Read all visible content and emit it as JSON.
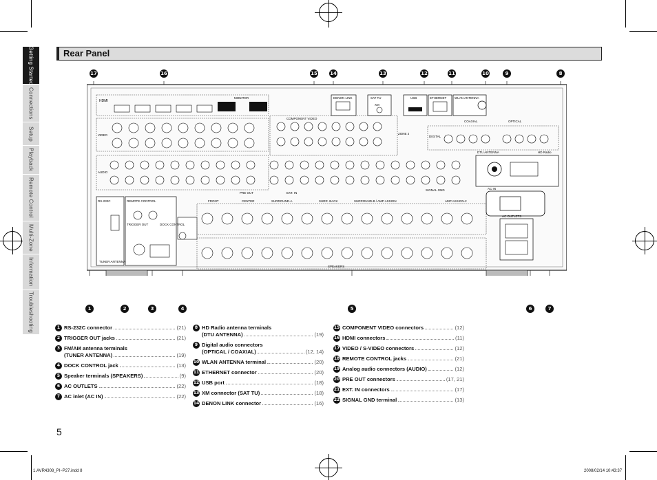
{
  "side_tabs": [
    "Getting Started",
    "Connections",
    "Setup",
    "Playback",
    "Remote Control",
    "Multi-Zone",
    "Information",
    "Troubleshooting"
  ],
  "section_title": "Rear Panel",
  "top_callouts": [
    "17",
    "16",
    "15",
    "14",
    "13",
    "12",
    "11",
    "10",
    "9",
    "8"
  ],
  "bottom_callouts": [
    "1",
    "2",
    "3",
    "4",
    "5",
    "6",
    "7"
  ],
  "panel_labels": {
    "hdmi": "HDMI",
    "monitor": "MONITOR",
    "denon_link": "DENON LINK",
    "sat_tu": "SAT TU",
    "xm": "XM",
    "usb": "USB",
    "ethernet": "ETHERNET",
    "wlan_antenna": "WLAN ANTENNA",
    "component_video": "COMPONENT VIDEO",
    "coaxial": "COAXIAL",
    "optical": "OPTICAL",
    "digital": "DIGITAL",
    "video": "VIDEO",
    "audio": "AUDIO",
    "zone2": "ZONE 2",
    "dtu_antenna": "DTU ANTENNA",
    "hd_radio": "HD Radio",
    "ac_in": "AC IN",
    "rs232c": "RS-232C",
    "remote_control": "REMOTE CONTROL",
    "dock_control": "DOCK CONTROL",
    "tuner_antenna": "TUNER ANTENNA",
    "trigger_out": "TRIGGER OUT",
    "front": "FRONT",
    "center": "CENTER",
    "surround_a": "SURROUND-A",
    "surr_back": "SURR. BACK",
    "surround_b": "SURROUND-B / AMP ASSIGN",
    "amp_assign_2": "AMP ASSIGN-2",
    "speakers": "SPEAKERS",
    "pre_out": "PRE OUT",
    "ext_in": "EXT. IN",
    "signal_gnd": "SIGNAL GND",
    "ac_outlets": "AC OUTLETS"
  },
  "legend": [
    {
      "num": "1",
      "label": "RS-232C connector",
      "page": "(21)"
    },
    {
      "num": "2",
      "label": "TRIGGER OUT jacks",
      "page": "(21)"
    },
    {
      "num": "3",
      "label": "FM/AM antenna terminals",
      "label2": "(TUNER ANTENNA)",
      "page": "(19)"
    },
    {
      "num": "4",
      "label": "DOCK CONTROL jack",
      "page": "(13)"
    },
    {
      "num": "5",
      "label": "Speaker terminals (SPEAKERS)",
      "page": "(9)"
    },
    {
      "num": "6",
      "label": "AC OUTLETS",
      "page": "(22)"
    },
    {
      "num": "7",
      "label": "AC inlet (AC IN)",
      "page": "(22)"
    },
    {
      "num": "8",
      "label": "HD Radio antenna terminals",
      "label2": "(DTU ANTENNA)",
      "page": "(19)"
    },
    {
      "num": "9",
      "label": "Digital audio connectors",
      "label2": "(OPTICAL / COAXIAL)",
      "page": "(12, 14)"
    },
    {
      "num": "10",
      "label": "WLAN ANTENNA terminal",
      "page": "(20)"
    },
    {
      "num": "11",
      "label": "ETHERNET connector",
      "page": "(20)"
    },
    {
      "num": "12",
      "label": "USB port",
      "page": "(18)"
    },
    {
      "num": "13",
      "label": "XM connector (SAT TU)",
      "page": "(18)"
    },
    {
      "num": "14",
      "label": "DENON LINK connector",
      "page": "(16)"
    },
    {
      "num": "15",
      "label": "COMPONENT VIDEO connectors",
      "page": "(12)"
    },
    {
      "num": "16",
      "label": "HDMI connectors",
      "page": "(11)"
    },
    {
      "num": "17",
      "label": "VIDEO / S-VIDEO connectors",
      "page": "(12)"
    },
    {
      "num": "18",
      "label": "REMOTE CONTROL jacks",
      "page": "(21)"
    },
    {
      "num": "19",
      "label": "Analog audio connectors (AUDIO)",
      "page": "(12)"
    },
    {
      "num": "20",
      "label": "PRE OUT connectors",
      "page": "(17, 21)"
    },
    {
      "num": "21",
      "label": "EXT. IN connectors",
      "page": "(17)"
    },
    {
      "num": "22",
      "label": "SIGNAL GND terminal",
      "page": "(13)"
    }
  ],
  "page_number": "5",
  "footer_left": "1.AVR4308_PI~P27.indd   8",
  "footer_right": "2008/02/14   10:43:37"
}
